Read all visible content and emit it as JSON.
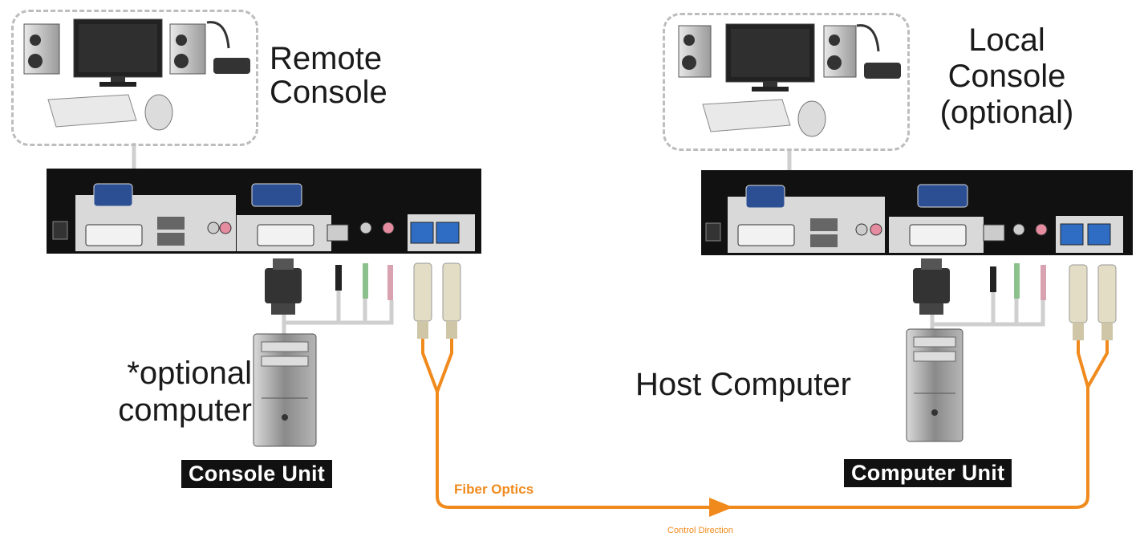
{
  "remote_console": {
    "label_line1": "Remote",
    "label_line2": "Console"
  },
  "local_console": {
    "label_line1": "Local",
    "label_line2": "Console",
    "label_line3": "(optional)"
  },
  "optional_computer": {
    "label_line1": "*optional",
    "label_line2": "computer"
  },
  "host_computer": {
    "label": "Host Computer"
  },
  "console_unit": {
    "label": "Console Unit"
  },
  "computer_unit": {
    "label": "Computer Unit"
  },
  "fiber": {
    "label": "Fiber Optics",
    "direction_label": "Control Direction"
  },
  "colors": {
    "fiber": "#f08a1c",
    "unit_body": "#111111",
    "cable": "#cfcfcf",
    "badge": "#111111"
  }
}
